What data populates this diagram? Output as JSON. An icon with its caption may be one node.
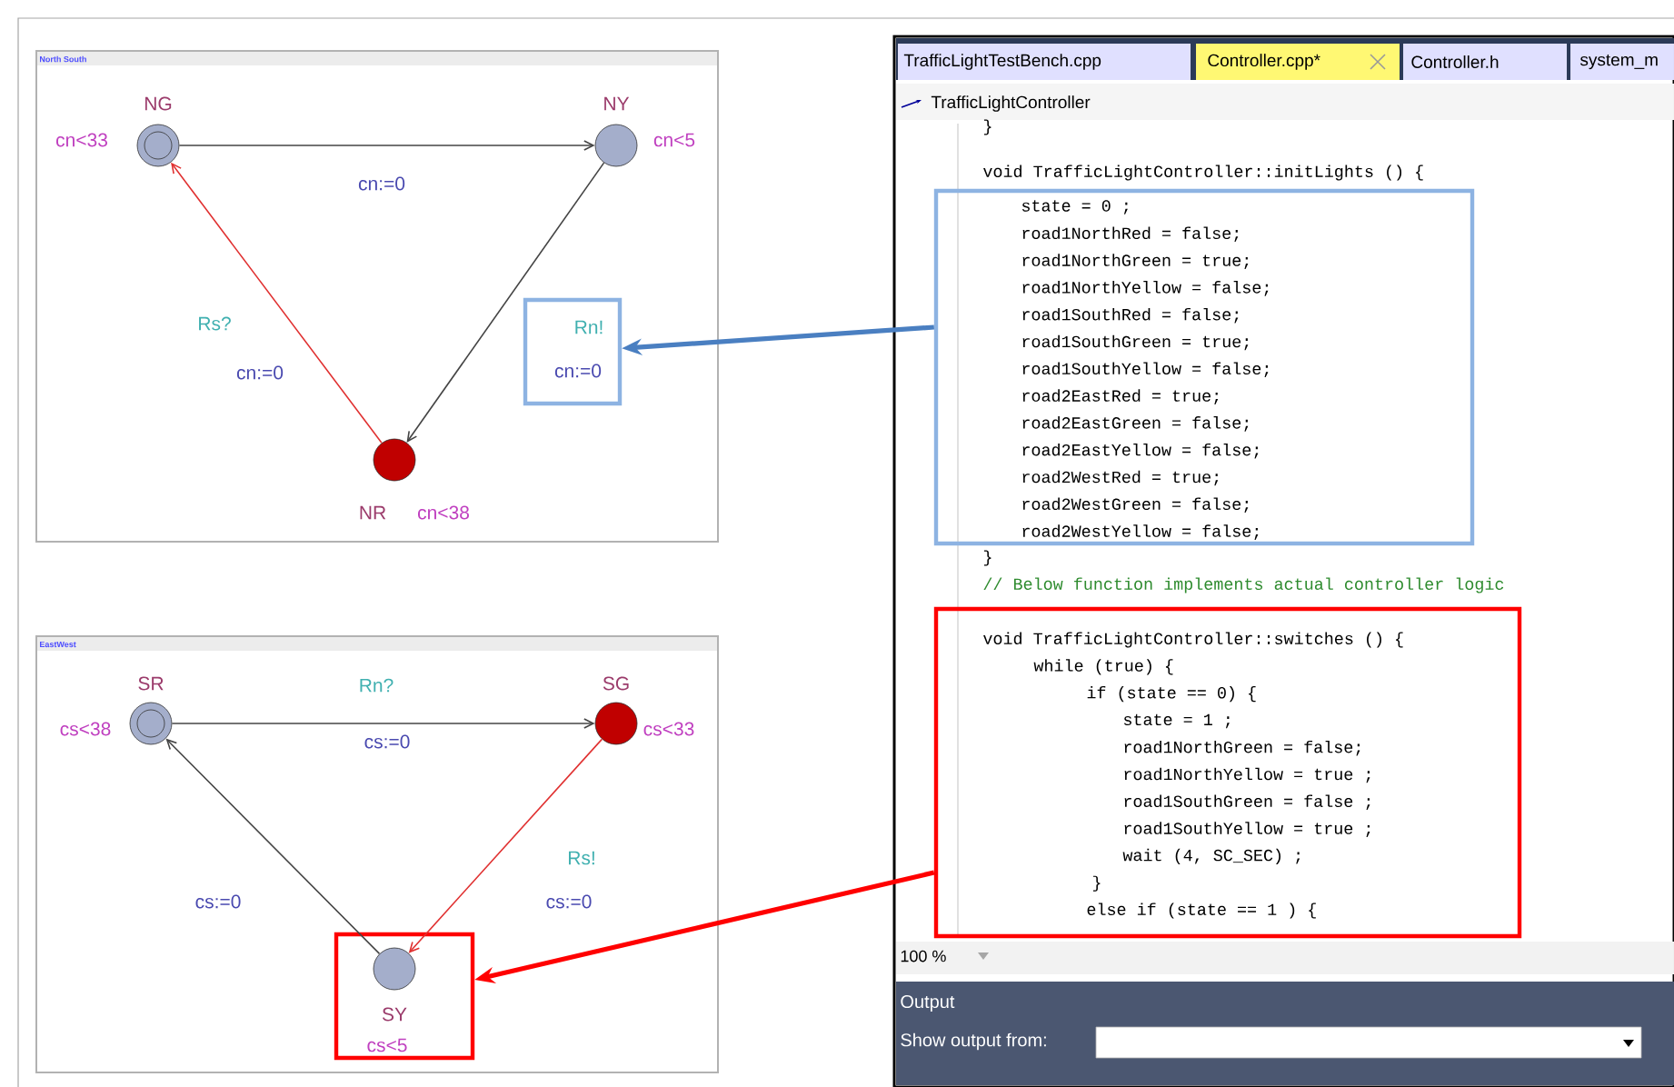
{
  "diagram": {
    "nodes": [
      {
        "text": [
          "North South"
        ]
      },
      {
        "text": [
          "NG"
        ],
        "beside": [
          "cn<33"
        ],
        "in": 0
      },
      {
        "text": [
          "NY"
        ],
        "beside": [
          "cn<5"
        ],
        "in": 0
      },
      {
        "text": [
          "NR"
        ],
        "beside": [
          "cn<38"
        ],
        "in": 0
      },
      {
        "text": [
          "Rn!",
          "cn:=0"
        ],
        "in": 0
      },
      {
        "text": [
          "EastWest"
        ]
      },
      {
        "text": [
          "SR"
        ],
        "beside": [
          "cs<38"
        ],
        "in": 5
      },
      {
        "text": [
          "SG"
        ],
        "beside": [
          "cs<33"
        ],
        "in": 5
      },
      {
        "text": [],
        "shape": "box",
        "in": 5
      },
      {
        "text": [
          "SY"
        ],
        "beside": [
          "cs<5"
        ],
        "in": 8
      },
      {
        "text": [
          "TrafficLightTestBench.cpp",
          "Controller.cpp*",
          "Controller.h",
          "system_m",
          "TrafficLightController",
          "}",
          "void TrafficLightController::initLights () {",
          "}",
          "// Below function implements actual controller logic",
          "100 %",
          "Output",
          "Show output from:"
        ]
      },
      {
        "text": [
          "state = 0 ;",
          "road1NorthRed = false;",
          "road1NorthGreen = true;",
          "road1NorthYellow = false;",
          "road1SouthRed = false;",
          "road1SouthGreen = true;",
          "road1SouthYellow = false;",
          "road2EastRed = true;",
          "road2EastGreen = false;",
          "road2EastYellow = false;",
          "road2WestRed = true;",
          "road2WestGreen = false;",
          "road2WestYellow = false;"
        ],
        "in": 10
      },
      {
        "text": [
          "void TrafficLightController::switches () {",
          "while (true) {",
          "if (state == 0) {",
          "state = 1 ;",
          "road1NorthGreen = false;",
          "road1NorthYellow = true ;",
          "road1SouthGreen = false ;",
          "road1SouthYellow = true ;",
          "wait (4, SC_SEC) ;",
          "}",
          "else if (state == 1 ) {"
        ],
        "in": 10
      }
    ],
    "edges": [
      {
        "from": 1,
        "to": 2,
        "arrow": "to",
        "label": "cn:=0"
      },
      {
        "from": 2,
        "to": 3,
        "arrow": "to"
      },
      {
        "from": 3,
        "to": 1,
        "arrow": "to",
        "label": "Rs?",
        "color": "#e03030"
      },
      {
        "from": 6,
        "to": 7,
        "arrow": "to",
        "label": "Rn?"
      },
      {
        "from": 7,
        "to": 9,
        "arrow": "to",
        "label": "Rs!",
        "color": "#e03030"
      },
      {
        "from": 9,
        "to": 6,
        "arrow": "to",
        "label": "cs:=0"
      },
      {
        "from": 11,
        "to": 4,
        "arrow": "to",
        "style": "thick",
        "color": "#4a7fc1"
      },
      {
        "from": 12,
        "to": 8,
        "arrow": "to",
        "style": "thick",
        "color": "#ff0000"
      }
    ],
    "labels": [
      "cn:=0",
      "cs:=0",
      "cs:=0"
    ]
  }
}
